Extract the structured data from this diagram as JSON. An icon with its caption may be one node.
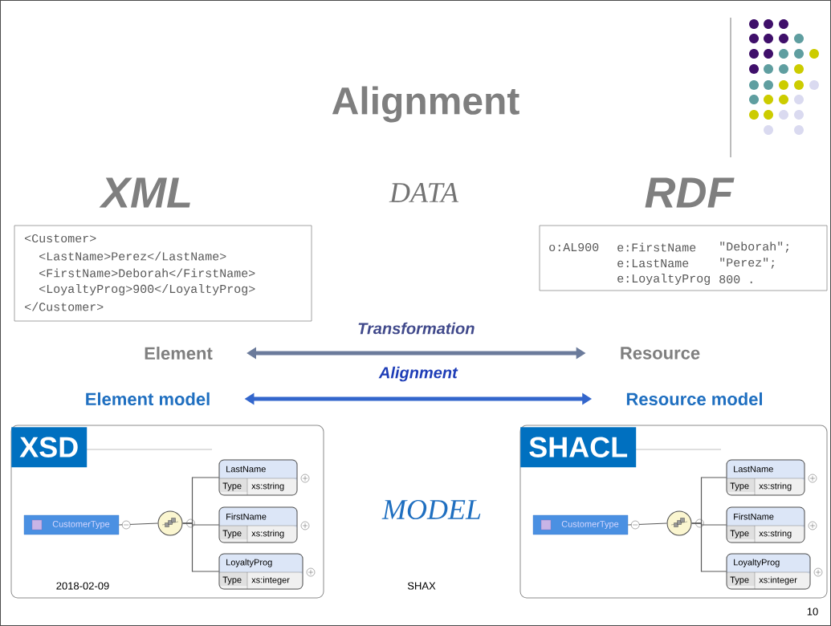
{
  "diagram": {
    "title": "Alignment",
    "nodes": [
      {
        "text": [
          "<Customer>",
          "<LastName>Perez</LastName>",
          "<FirstName>Deborah</FirstName>",
          "<LoyaltyProg>900</LoyaltyProg>",
          "</Customer>"
        ]
      },
      {
        "text": [
          "o:AL900",
          "e:FirstName",
          "\"Deborah\";",
          "e:LastName",
          "\"Perez\";",
          "e:LoyaltyProg",
          "800 ."
        ]
      },
      {
        "text": [
          "Element"
        ]
      },
      {
        "text": [
          "Resource"
        ]
      },
      {
        "text": [
          "Element model"
        ]
      },
      {
        "text": [
          "Resource model"
        ]
      },
      {
        "text": [
          "XSD"
        ]
      },
      {
        "text": [
          "CustomerType"
        ],
        "in": 6
      },
      {
        "text": [],
        "shape": "circle",
        "in": 6
      },
      {
        "text": [
          "LastName",
          "Type",
          "xs:string"
        ],
        "in": 6
      },
      {
        "text": [
          "FirstName",
          "Type",
          "xs:string"
        ],
        "in": 6
      },
      {
        "text": [
          "LoyaltyProg",
          "Type",
          "xs:integer"
        ],
        "in": 6
      },
      {
        "text": [
          "SHACL"
        ]
      },
      {
        "text": [
          "CustomerType"
        ],
        "in": 12
      },
      {
        "text": [],
        "shape": "circle",
        "in": 12
      },
      {
        "text": [
          "LastName",
          "Type",
          "xs:string"
        ],
        "in": 12
      },
      {
        "text": [
          "FirstName",
          "Type",
          "xs:string"
        ],
        "in": 12
      },
      {
        "text": [
          "LoyaltyProg",
          "Type",
          "xs:integer"
        ],
        "in": 12
      }
    ],
    "edges": [
      {
        "from": 2,
        "to": 3,
        "arrow": "both",
        "label": "Transformation",
        "style": "thick",
        "color": "#6b7b9b"
      },
      {
        "from": 4,
        "to": 5,
        "arrow": "both",
        "label": "Alignment",
        "style": "thick",
        "color": "#3366cc"
      },
      {
        "from": 7,
        "to": 8,
        "arrow": "none"
      },
      {
        "from": 8,
        "to": 9,
        "arrow": "none"
      },
      {
        "from": 8,
        "to": 10,
        "arrow": "none"
      },
      {
        "from": 8,
        "to": 11,
        "arrow": "none"
      },
      {
        "from": 13,
        "to": 14,
        "arrow": "none"
      },
      {
        "from": 14,
        "to": 15,
        "arrow": "none"
      },
      {
        "from": 14,
        "to": 16,
        "arrow": "none"
      },
      {
        "from": 14,
        "to": 17,
        "arrow": "none"
      }
    ],
    "labels": [
      "XML",
      "DATA",
      "RDF",
      "MODEL",
      "2018-02-09",
      "SHAX",
      "10"
    ]
  }
}
